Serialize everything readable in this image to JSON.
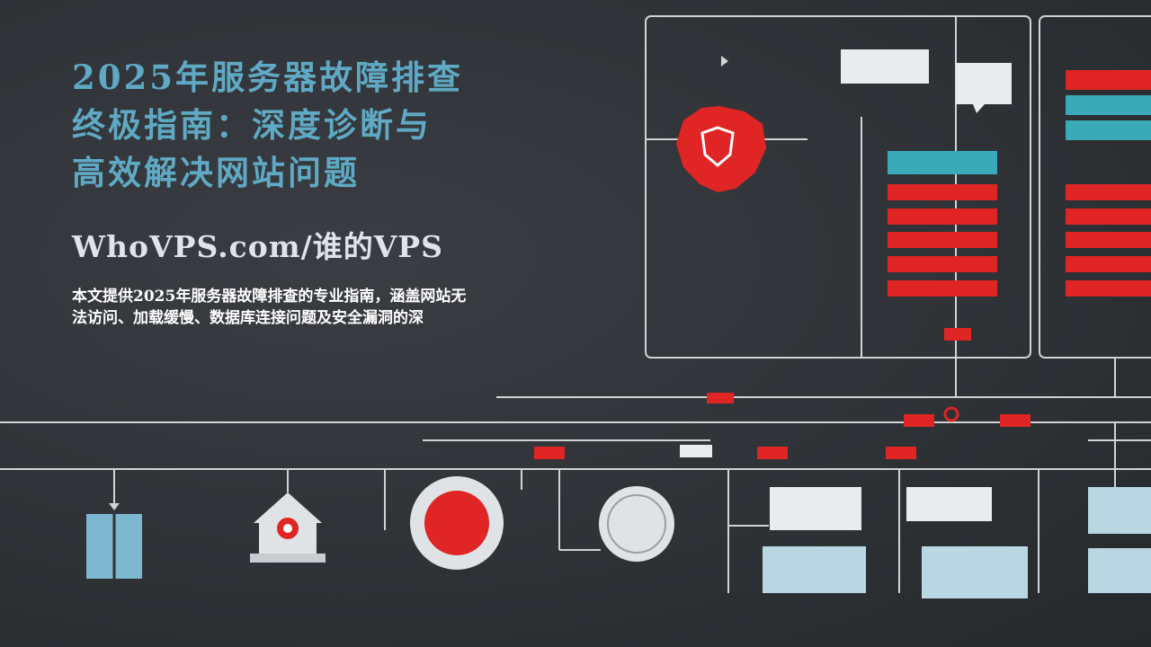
{
  "title": {
    "line1": "2025年服务器故障排查",
    "line2": "终极指南：深度诊断与",
    "line3": "高效解决网站问题"
  },
  "site_name": "WhoVPS.com/谁的VPS",
  "description": {
    "line1": "本文提供2025年服务器故障排查的专业指南，涵盖网站无",
    "line2": "法访问、加载缓慢、数据库连接问题及安全漏洞的深"
  },
  "colors": {
    "background": "#2f3236",
    "title": "#5fa9c4",
    "accent_red": "#e02525",
    "accent_teal": "#3aa9b8",
    "line": "#cfd3d6"
  },
  "icons": [
    "shield-icon",
    "house-icon",
    "book-icon",
    "circle-node-icon",
    "server-rack-icon"
  ]
}
